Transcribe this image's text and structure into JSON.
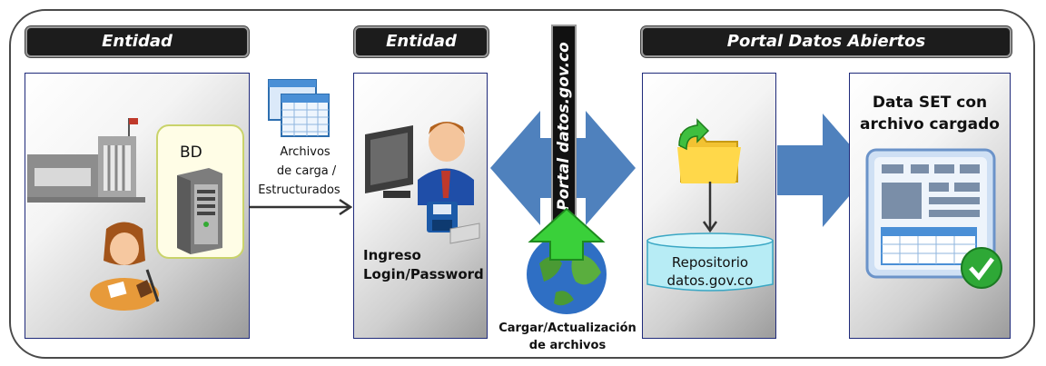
{
  "headers": {
    "entidad_1": "Entidad",
    "entidad_2": "Entidad",
    "portal": "Portal Datos Abiertos"
  },
  "panel1": {
    "db_label": "BD"
  },
  "connector": {
    "label_1": "Archivos",
    "label_2": "de carga /",
    "label_3": "Estructurados"
  },
  "panel2": {
    "label_1": "Ingreso",
    "label_2": "Login/Password"
  },
  "center": {
    "banner": "Portal datos.gov.co",
    "caption_1": "Cargar/Actualización",
    "caption_2": "de archivos"
  },
  "panel3": {
    "repo_1": "Repositorio",
    "repo_2": "datos.gov.co"
  },
  "panel4": {
    "title_1": "Data SET con",
    "title_2": "archivo cargado"
  },
  "colors": {
    "arrow_blue": "#4f81bd",
    "header_bg": "#1c1c1c",
    "panel_border": "#1f2a7a",
    "repo_fill": "#b7ecf5"
  }
}
